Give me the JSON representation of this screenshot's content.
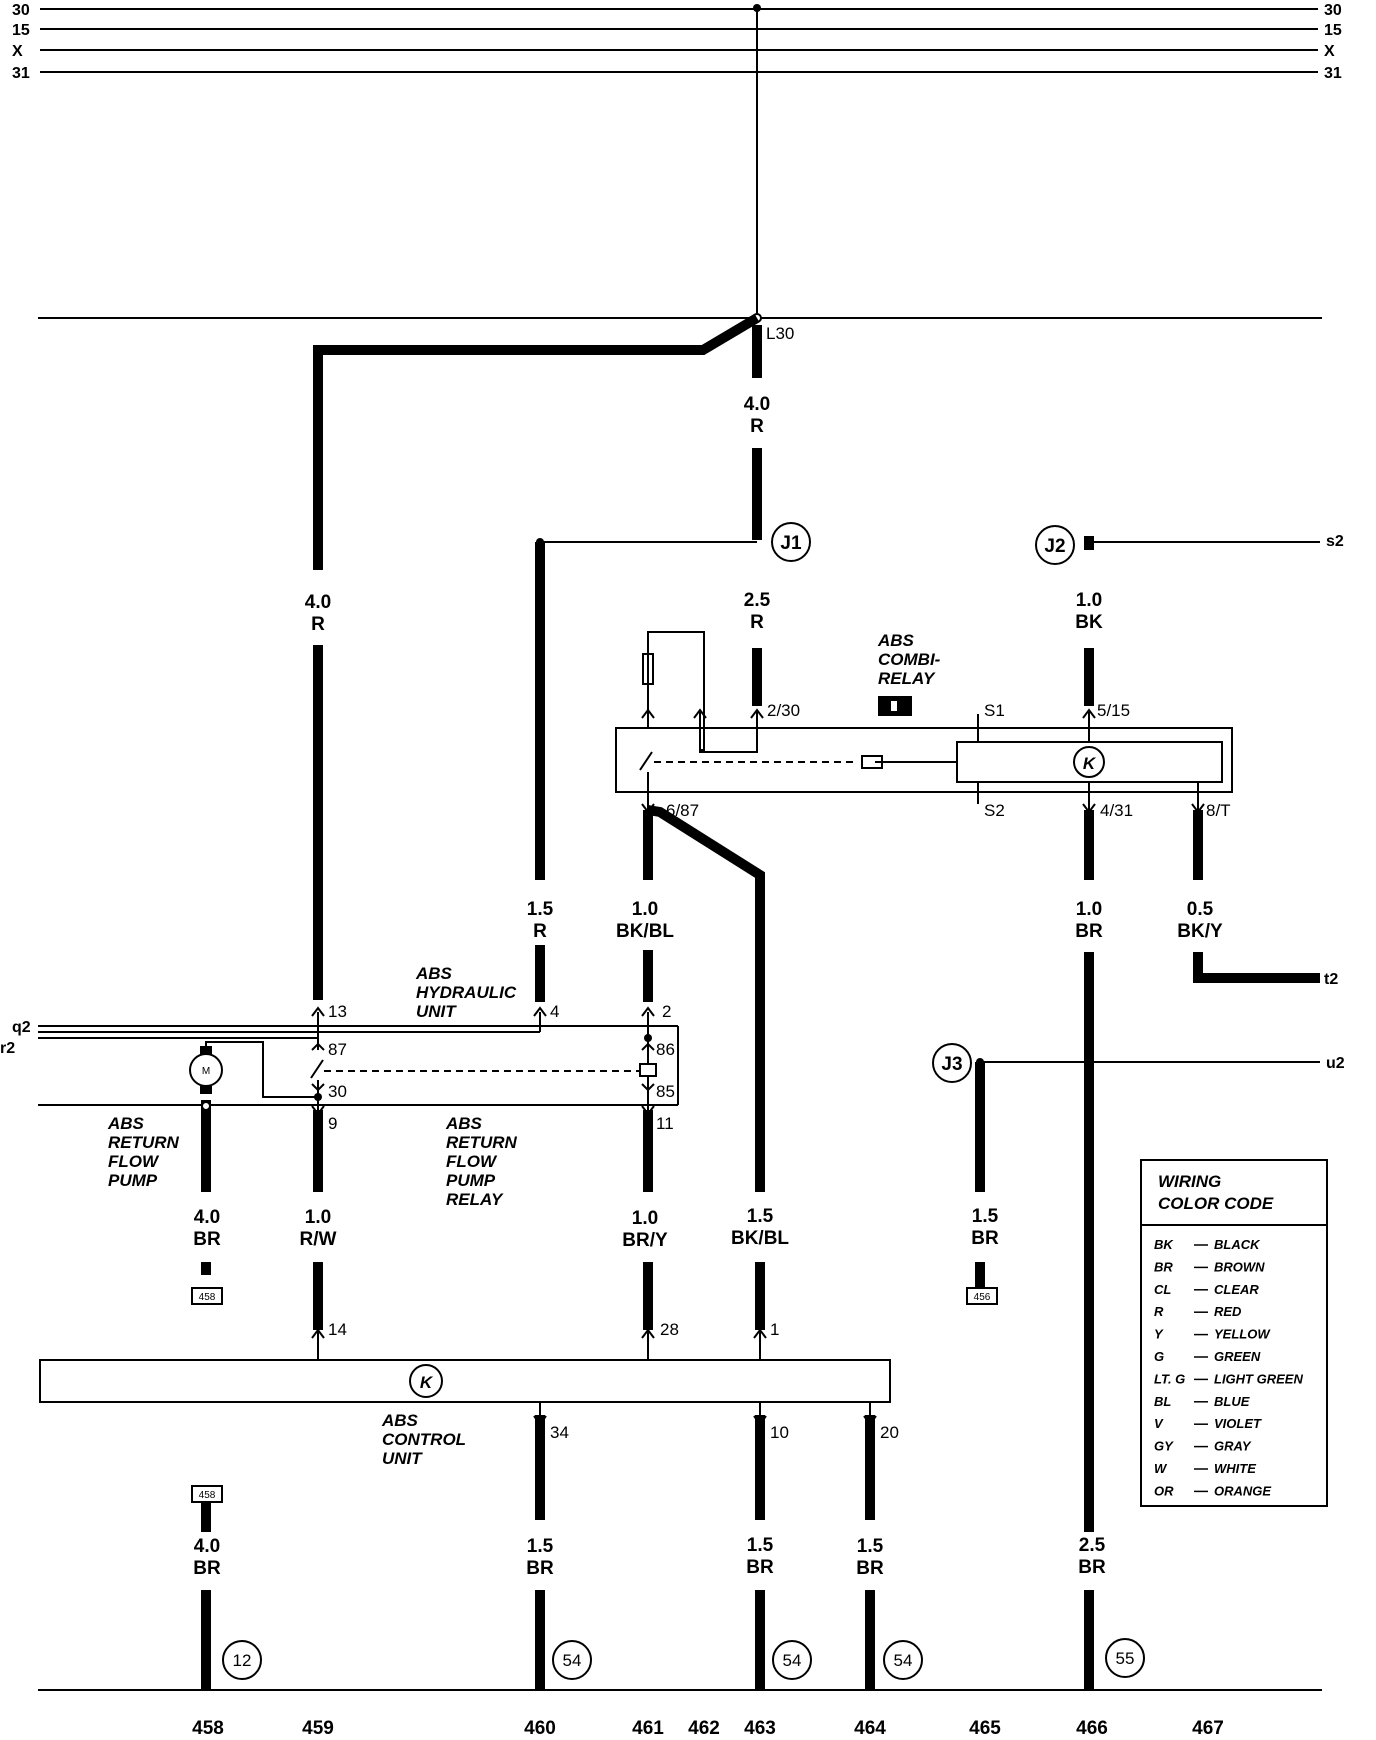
{
  "bus_lines": {
    "left": [
      "30",
      "15",
      "X",
      "31"
    ],
    "right": [
      "30",
      "15",
      "X",
      "31"
    ]
  },
  "splice": "L30",
  "connectors": [
    "J1",
    "J2",
    "J3"
  ],
  "side_refs": {
    "s2": "s2",
    "t2": "t2",
    "u2": "u2",
    "q2": "q2",
    "r2": "r2"
  },
  "wires": [
    {
      "size": "4.0",
      "color": "R"
    },
    {
      "size": "4.0",
      "color": "R"
    },
    {
      "size": "2.5",
      "color": "R"
    },
    {
      "size": "1.0",
      "color": "BK"
    },
    {
      "size": "1.5",
      "color": "R"
    },
    {
      "size": "1.0",
      "color": "BK/BL"
    },
    {
      "size": "1.0",
      "color": "BR"
    },
    {
      "size": "0.5",
      "color": "BK/Y"
    },
    {
      "size": "4.0",
      "color": "BR"
    },
    {
      "size": "1.0",
      "color": "R/W"
    },
    {
      "size": "1.0",
      "color": "BR/Y"
    },
    {
      "size": "1.5",
      "color": "BK/BL"
    },
    {
      "size": "1.5",
      "color": "BR"
    },
    {
      "size": "4.0",
      "color": "BR"
    },
    {
      "size": "1.5",
      "color": "BR"
    },
    {
      "size": "1.5",
      "color": "BR"
    },
    {
      "size": "1.5",
      "color": "BR"
    },
    {
      "size": "2.5",
      "color": "BR"
    }
  ],
  "pins": {
    "relay_2_30": "2/30",
    "relay_5_15": "5/15",
    "relay_s1": "S1",
    "relay_s2": "S2",
    "relay_6_87": "6/87",
    "relay_4_31": "4/31",
    "relay_8_t": "8/T",
    "hyd_13": "13",
    "hyd_4": "4",
    "hyd_2": "2",
    "hyd_87": "87",
    "hyd_86": "86",
    "hyd_30": "30",
    "hyd_85": "85",
    "hyd_9": "9",
    "hyd_11": "11",
    "cu_14": "14",
    "cu_28": "28",
    "cu_1": "1",
    "cu_34": "34",
    "cu_10": "10",
    "cu_20": "20"
  },
  "components": {
    "combi_relay": [
      "ABS",
      "COMBI-",
      "RELAY"
    ],
    "hydraulic_unit": [
      "ABS",
      "HYDRAULIC",
      "UNIT"
    ],
    "return_pump": [
      "ABS",
      "RETURN",
      "FLOW",
      "PUMP"
    ],
    "pump_relay": [
      "ABS",
      "RETURN",
      "FLOW",
      "PUMP",
      "RELAY"
    ],
    "control_unit": [
      "ABS",
      "CONTROL",
      "UNIT"
    ]
  },
  "ref_boxes": [
    "458",
    "456",
    "458"
  ],
  "ground_points": [
    "12",
    "54",
    "54",
    "54",
    "55"
  ],
  "grid_numbers": [
    "458",
    "459",
    "460",
    "461",
    "462",
    "463",
    "464",
    "465",
    "466",
    "467"
  ],
  "legend": {
    "title": [
      "WIRING",
      "COLOR CODE"
    ],
    "entries": [
      {
        "code": "BK",
        "name": "BLACK"
      },
      {
        "code": "BR",
        "name": "BROWN"
      },
      {
        "code": "CL",
        "name": "CLEAR"
      },
      {
        "code": "R",
        "name": "RED"
      },
      {
        "code": "Y",
        "name": "YELLOW"
      },
      {
        "code": "G",
        "name": "GREEN"
      },
      {
        "code": "LT. G",
        "name": "LIGHT GREEN"
      },
      {
        "code": "BL",
        "name": "BLUE"
      },
      {
        "code": "V",
        "name": "VIOLET"
      },
      {
        "code": "GY",
        "name": "GRAY"
      },
      {
        "code": "W",
        "name": "WHITE"
      },
      {
        "code": "OR",
        "name": "ORANGE"
      }
    ]
  }
}
